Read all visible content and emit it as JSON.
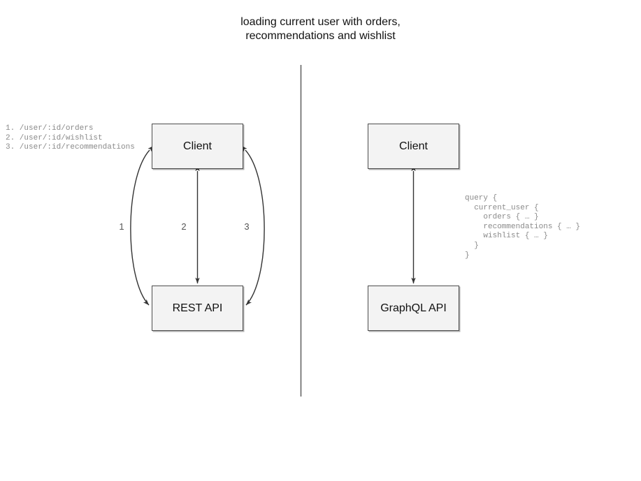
{
  "title": "loading current user with orders,\nrecommendations and wishlist",
  "divider": {
    "orientation": "vertical",
    "color": "#666666"
  },
  "rest_side": {
    "client_label": "Client",
    "api_label": "REST API",
    "endpoints": "1. /user/:id/orders\n2. /user/:id/wishlist\n3. /user/:id/recommendations",
    "edges": [
      {
        "label": "1",
        "shape": "curve-left",
        "arrows": "both"
      },
      {
        "label": "2",
        "shape": "straight",
        "arrows": "both"
      },
      {
        "label": "3",
        "shape": "curve-right",
        "arrows": "both"
      }
    ]
  },
  "graphql_side": {
    "client_label": "Client",
    "api_label": "GraphQL API",
    "query": "query {\n  current_user {\n    orders { … }\n    recommendations { … }\n    wishlist { … }\n  }\n}",
    "edges": [
      {
        "label": "",
        "shape": "straight",
        "arrows": "both"
      }
    ]
  },
  "colors": {
    "node_fill": "#f3f3f3",
    "node_border": "#4d4d4d",
    "edge": "#333333",
    "code_text": "#8a8a8a",
    "title_text": "#111111"
  }
}
